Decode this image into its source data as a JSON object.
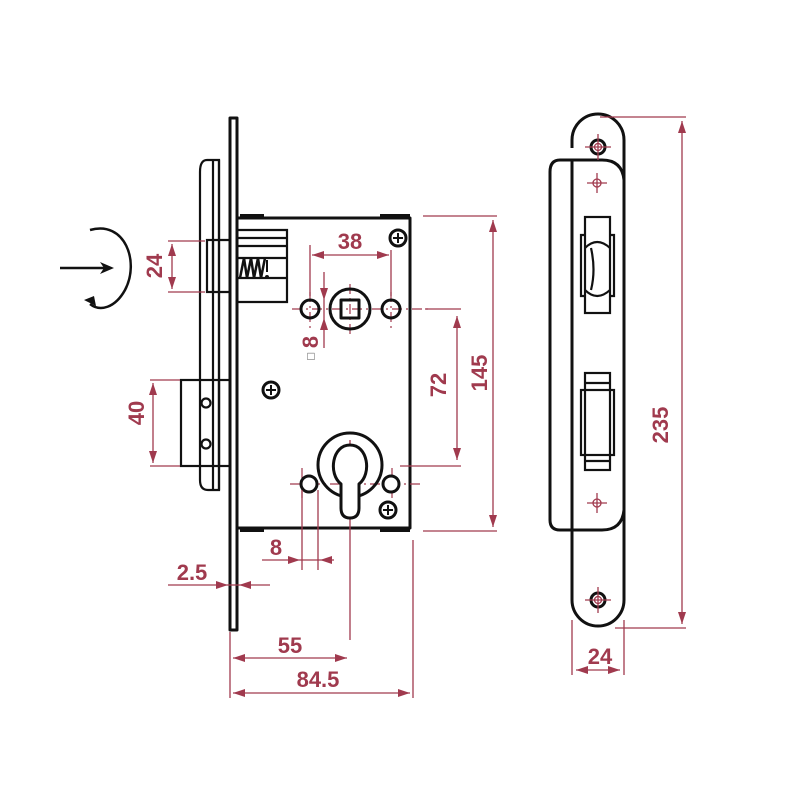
{
  "diagram": {
    "subject": "Mortise lock technical drawing",
    "colors": {
      "line": "#111111",
      "dimension": "#a03a4e",
      "background": "#ffffff"
    },
    "dimensions": {
      "latch_height": "24",
      "spindle_to_screw": "38",
      "spindle_square": "8",
      "spindle_square_symbol": "□",
      "deadbolt_height": "40",
      "spindle_to_cylinder": "72",
      "case_height": "145",
      "cylinder_hole": "8",
      "faceplate_thickness": "2.5",
      "backset": "55",
      "case_depth": "84.5",
      "faceplate_height": "235",
      "faceplate_width": "24"
    },
    "icons": {
      "rotation": "reversible-latch-rotation-icon",
      "screw": "phillips-screw-icon"
    }
  }
}
